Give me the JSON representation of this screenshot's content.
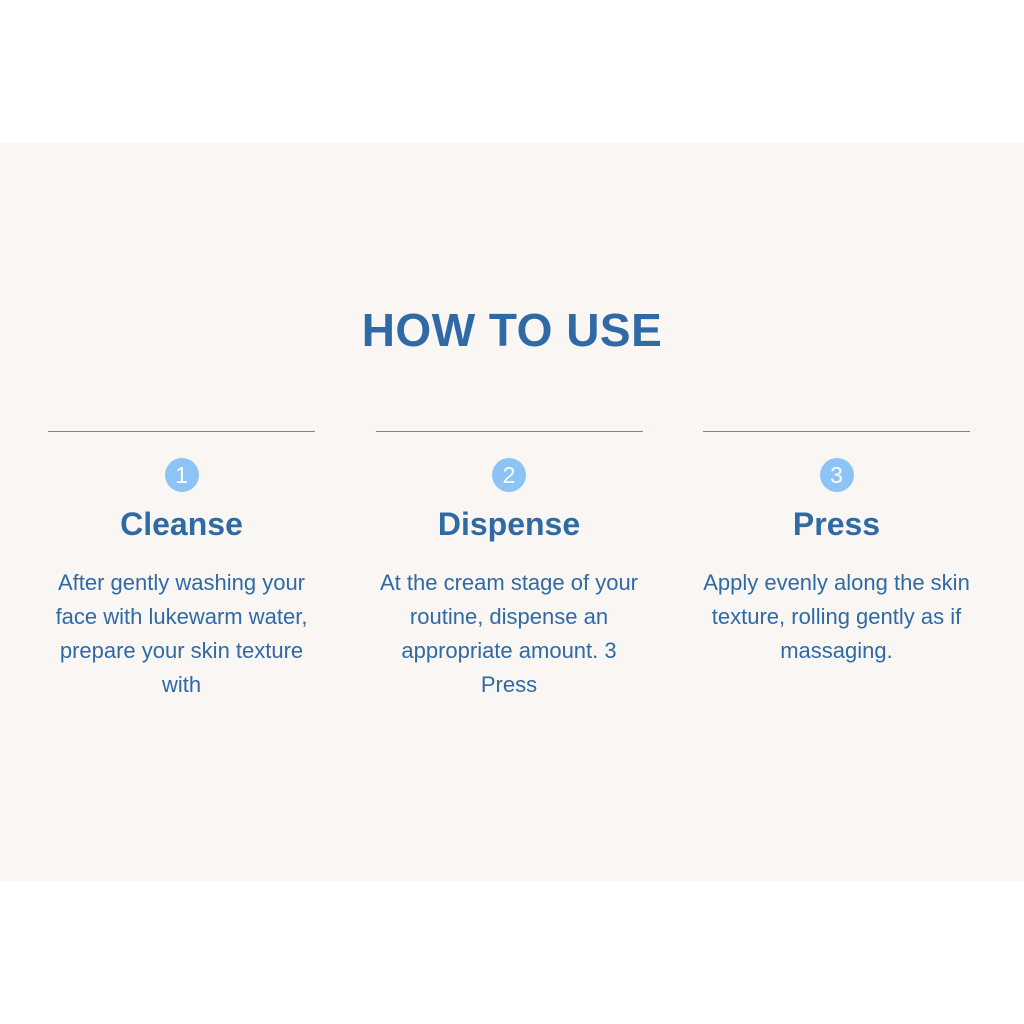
{
  "heading": "HOW TO USE",
  "steps": [
    {
      "number": "1",
      "title": "Cleanse",
      "description": "After gently washing your face with lukewarm water, prepare your skin texture with"
    },
    {
      "number": "2",
      "title": "Dispense",
      "description": "At the cream stage of your routine, dispense an appropriate amount. 3 Press"
    },
    {
      "number": "3",
      "title": "Press",
      "description": "Apply evenly along the skin texture, rolling gently as if massaging."
    }
  ],
  "colors": {
    "accent": "#2f6aa5",
    "badge": "#8cc4f5",
    "panel": "#f9f6f4"
  }
}
